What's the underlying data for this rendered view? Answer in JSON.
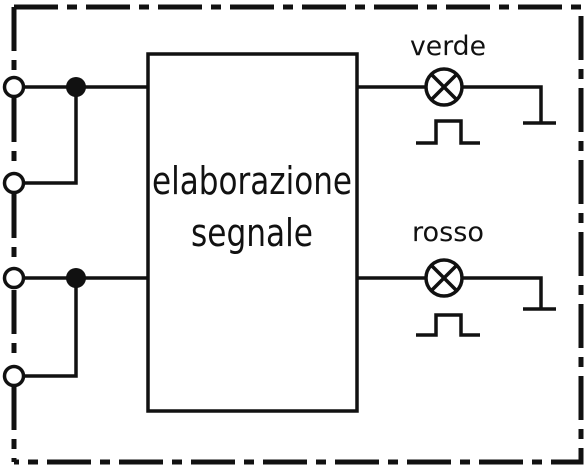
{
  "diagram": {
    "block": {
      "label_line1": "elaborazione",
      "label_line2": "segnale"
    },
    "outputs": [
      {
        "label": "verde"
      },
      {
        "label": "rosso"
      }
    ],
    "colors": {
      "stroke": "#111111",
      "background": "#ffffff"
    },
    "icons": [
      "terminal-icon",
      "junction-dot-icon",
      "lamp-icon",
      "pulse-icon",
      "ground-icon"
    ]
  }
}
